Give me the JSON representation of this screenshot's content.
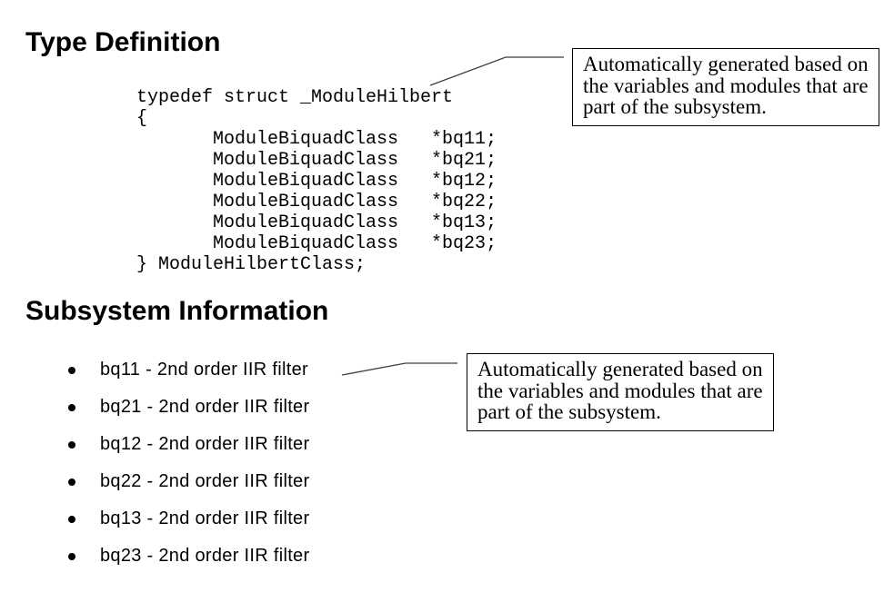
{
  "colors": {
    "background": "#ffffff",
    "text": "#000000",
    "box_border": "#000000",
    "connector": "#3d3d3d"
  },
  "type_definition": {
    "heading": "Type Definition",
    "code_lines": [
      "typedef struct _ModuleHilbert",
      "{",
      "       ModuleBiquadClass   *bq11;",
      "       ModuleBiquadClass   *bq21;",
      "       ModuleBiquadClass   *bq12;",
      "       ModuleBiquadClass   *bq22;",
      "       ModuleBiquadClass   *bq13;",
      "       ModuleBiquadClass   *bq23;",
      "} ModuleHilbertClass;"
    ]
  },
  "subsystem_information": {
    "heading": "Subsystem Information",
    "bullets": [
      "bq11 - 2nd order IIR filter",
      "bq21 - 2nd order IIR filter",
      "bq12 - 2nd order IIR filter",
      "bq22 - 2nd order IIR filter",
      "bq13 - 2nd order IIR filter",
      "bq23 - 2nd order IIR filter"
    ]
  },
  "callouts": {
    "code_note": {
      "lines": [
        "Automatically generated based on",
        "the variables and modules that are",
        "part of the subsystem."
      ]
    },
    "subsystem_note": {
      "lines": [
        "Automatically generated based on",
        "the variables and modules that are",
        "part of the subsystem."
      ]
    }
  }
}
